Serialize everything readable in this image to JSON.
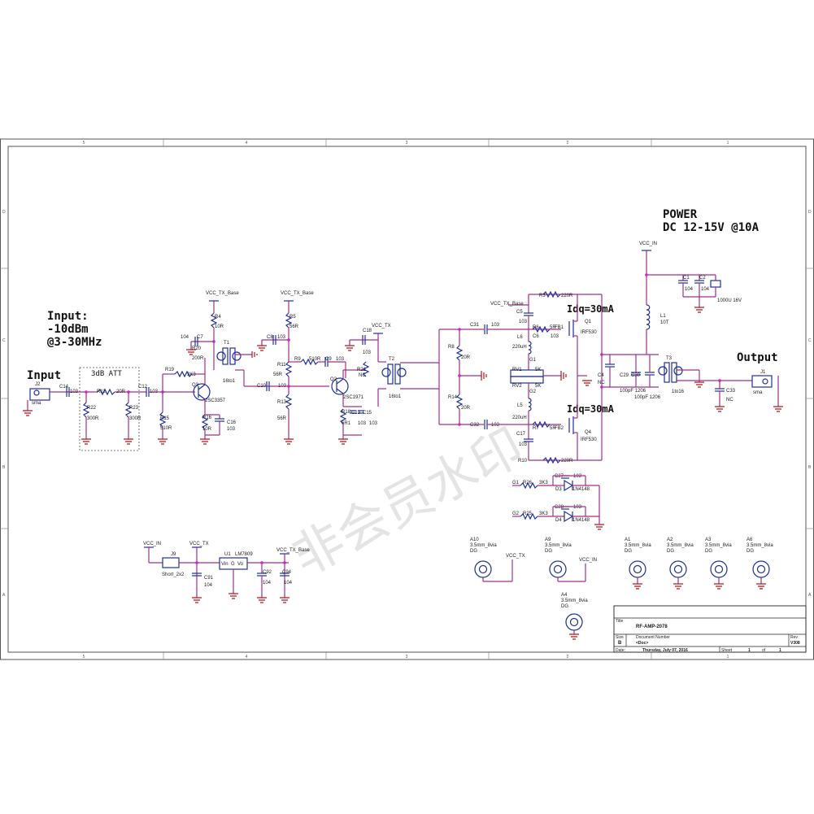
{
  "notes": {
    "power_title": "POWER",
    "power_spec": "DC 12-15V @10A",
    "input_title": "Input:",
    "input_level": "-10dBm",
    "input_freq": "@3-30MHz",
    "input_port": "Input",
    "output_port": "Output",
    "att_box": "3dB ATT",
    "idq_top": "Idq=30mA",
    "idq_bottom": "Idq=30mA"
  },
  "nets": {
    "vcc_tx_base": "VCC_TX_Base",
    "vcc_tx": "VCC_TX",
    "vcc_in": "VCC_IN",
    "g1": "G1",
    "g2": "G2"
  },
  "parts": {
    "j2": "J2",
    "sma": "sma",
    "c14": "C14",
    "c14v": "103",
    "r12": "R12",
    "r12v": "20R",
    "r22": "R22",
    "r22v": "300R",
    "r23": "R23",
    "r23v": "300R",
    "c12": "C12",
    "c12v": "103",
    "r19": "R19",
    "r19v": "3K3",
    "r15": "R15",
    "r15v": "510R",
    "q3": "Q3",
    "q3v": "2SC3357",
    "r4": "R4",
    "r4v": "10R",
    "c7": "C7",
    "c7v": "104",
    "r20": "R20",
    "r20v": "200R",
    "r16": "R16",
    "r16v": "10R",
    "c16": "C16",
    "c16v": "103",
    "t1": "T1",
    "t1v": "16to1",
    "r5": "R5",
    "r5v": "56R",
    "c8": "C8",
    "c8v": "103",
    "r11": "R11",
    "r11v": "56R",
    "r13": "R13",
    "r13v": "56R",
    "c10": "C10",
    "c10v": "103",
    "r9": "R9",
    "r9v": "510R",
    "c9": "C9",
    "c9v": "103",
    "q2": "Q2",
    "q2v": "2SC1971",
    "r18": "R18",
    "r18v": "6R1",
    "c13": "C13",
    "c13v": "103",
    "c15": "C15",
    "c15v": "103",
    "c18": "C18",
    "c18v": "103",
    "r21": "R21",
    "r21v": "NC",
    "t2": "T2",
    "t2v": "16to1",
    "c31": "C31",
    "c31v": "103",
    "c32": "C32",
    "c32v": "103",
    "r8": "R8",
    "r8v": "20R",
    "r14": "R14",
    "r14v": "20R",
    "c5": "C5",
    "c5v": "103",
    "r3": "R3",
    "r3v": "220R",
    "r6": "R6",
    "r6v": "5R",
    "c6": "C6",
    "c6v": "103",
    "fb1": "FB1",
    "l6": "L6",
    "l6v": "220uH",
    "rv1": "RV1",
    "rv1v": "5K",
    "rv2": "RV2",
    "rv2v": "5K",
    "l5": "L5",
    "l5v": "220uH",
    "r7": "R7",
    "r7v": "5R",
    "fb2": "FB2",
    "c17": "C17",
    "c17v": "103",
    "r10": "R10",
    "r10v": "220R",
    "q1": "Q1",
    "q1v": "IRF530",
    "q4": "Q4",
    "q4v": "IRF530",
    "c4": "C4",
    "c4v": "NC",
    "c29": "C29",
    "c29v": "100pF 1206",
    "c30": "C30",
    "c30v": "100pF 1206",
    "t3": "T3",
    "t3v": "1to16",
    "c33": "C33",
    "c33v": "NC",
    "j1": "J1",
    "j1v": "sma",
    "l1": "L1",
    "l1v": "10T",
    "c1": "C1",
    "c1v": "104",
    "c2": "C2",
    "c2v": "104",
    "c3v": "1000U 16V",
    "r26": "R26",
    "r26v": "3K3",
    "r25": "R25",
    "r25v": "3K3",
    "c27": "C27",
    "c27v": "103",
    "c28": "C28",
    "c28v": "103",
    "d3": "D3",
    "d3v": "1N4148",
    "d4": "D4",
    "d4v": "1N4148",
    "j9": "J9",
    "j9v": "Short_2x2",
    "c91": "C91",
    "c91v": "104",
    "u1": "U1",
    "u1v": "LM7809",
    "c92": "C92",
    "c92v": "104",
    "c94": "C94",
    "c94v": "104",
    "vin": "Vin",
    "gnd": "G",
    "vout": "Vo"
  },
  "holes": {
    "a10": "A10",
    "a9": "A9",
    "a1": "A1",
    "a2": "A2",
    "a3": "A3",
    "a6": "A6",
    "a4": "A4",
    "desc": "3.5mm_8via",
    "dg": "DG"
  },
  "title_block": {
    "title_label": "Title",
    "title": "RF-AMP-2078",
    "size_label": "Size",
    "size": "B",
    "docnum_label": "Document Number",
    "docnum": "<Doc>",
    "rev_label": "Rev",
    "rev": "V308",
    "date_label": "Date:",
    "date": "Thursday, July 07, 2016",
    "sheet_label": "Sheet",
    "sheet": "1",
    "of_label": "of",
    "of": "1"
  },
  "border": {
    "cols": [
      "5",
      "4",
      "3",
      "2",
      "1"
    ],
    "rows": [
      "D",
      "C",
      "B",
      "A"
    ]
  },
  "watermark": "非会员水印",
  "colors": {
    "wire": "#a0308c",
    "part": "#1e2f9c",
    "ground": "#b01818",
    "junction": "#d21fd2"
  }
}
